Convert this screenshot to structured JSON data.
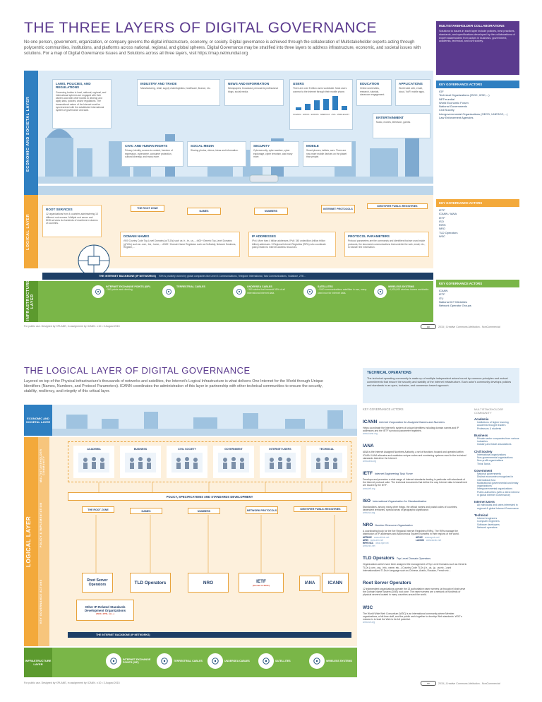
{
  "page1": {
    "title": "THE THREE LAYERS OF DIGITAL GOVERNANCE",
    "intro": "No one person, government, organization, or company governs the digital infrastructure, economy, or society. Digital governance is achieved through the collaboration of Multistakeholder experts acting through polycentric communities, institutions, and platforms across national, regional, and global spheres. Digital Governance may be stratified into three layers to address infrastructure, economic, and societal issues with solutions. For a map of Digital Governance Issues and Solutions across all three layers, visit https://map.netmundial.org",
    "collab": {
      "head": "MULTISTAKEHOLDER COLLABORATIONS",
      "body": "Solutions to issues in each layer include policies, best practices, standards, and specifications developed by the collaborations of expert stakeholders from actors in business, government, academia, technical, and civil society."
    },
    "econ_label": "ECONOMIC AND SOCIETAL LAYER",
    "logical_label": "LOGICAL LAYER",
    "infra_label": "INFRASTRUCTURE LAYER",
    "econ_cards": [
      {
        "title": "LAWS, POLICIES, AND REGULATIONS",
        "text": "Governing bodies in local, national, regional, and international spheres are engaged with their citizens and with other bodies to develop and apply laws, policies, and/or regulations. The transnational nature of the Internet must be synchronized with the established international system of governance and laws."
      },
      {
        "title": "INDUSTRY AND TRADE",
        "text": "Manufacturing, retail, supply chain/logistics, healthcare, finance, etc."
      },
      {
        "title": "NEWS AND INFORMATION",
        "text": "Newspapers, broadcast, personal & professional blogs, social media."
      },
      {
        "title": "USERS",
        "text": "There are over 3 billion users worldwide. Most users connect to the Internet through their mobile phone."
      },
      {
        "title": "EDUCATION",
        "text": "Online universities, research, tutorials, classroom engagement."
      },
      {
        "title": "APPLICATIONS",
        "text": "World wide web, email, cloud, VoIP, mobile apps."
      },
      {
        "title": "ENTERTAINMENT",
        "text": "Music, movies, television, games."
      },
      {
        "title": "CIVIC AND HUMAN RIGHTS",
        "text": "Privacy, identity, access to content, freedom of expression, cybercrime, consumer protection, cultural diversity, and many more."
      },
      {
        "title": "SOCIAL MEDIA",
        "text": "Sharing photos, videos, ideas and information."
      },
      {
        "title": "SECURITY",
        "text": "Cybersecurity, cyber warfare, cyber espionage, cyber terrorism, and many more."
      },
      {
        "title": "MOBILE",
        "text": "Smart phones, tablets, cars. There are now more mobile devices on the planet than people."
      }
    ],
    "users_chart": {
      "labels": [
        "OCEANIA",
        "AFRICA",
        "EUROPE",
        "AMERICAS",
        "ASIA",
        "MIDDLE EAST"
      ]
    },
    "key_actors_1": {
      "head": "KEY GOVERNANCE ACTORS",
      "items": [
        "IGF",
        "Technical Organizations (ISOC, W3C,...)",
        "NETmundial",
        "World Economic Forum",
        "National Governments",
        "Civil Society",
        "Intergovernmental Organizations (OECD, UNESCO,...)",
        "Law Enforcement Agencies"
      ]
    },
    "logical_cards": [
      {
        "title": "ROOT SERVICES",
        "text": "12 organizations from 4 countries administering 13 different root servers. Multiple root server and DNS services via hundreds of machines in dozens of countries."
      },
      {
        "title": "DOMAIN NAMES",
        "text": "•900 Country Code Top-Level Domains (ccTLDs) such as .fr, .br, .us,... •600+ Generic Top-Level Domains (gTLDs) such as .com, .biz, .home,... •1500+ Domain Name Registrars such as GoDaddy, Network Solutions, Register,..."
      },
      {
        "title": "IP ADDRESSES",
        "text": "IPv4: More than 4 billion addresses. IPv6: 340 undecillion (trillion trillion trillion) addresses. 5 Regional Internet Registries (RIRs) who coordinate policy related to Internet address resources."
      },
      {
        "title": "PROTOCOL PARAMETERS",
        "text": "Protocol parameters are the commands and identifiers that are used inside protocols, the structured communications that underlie the web, email, etc., to transfer the information."
      }
    ],
    "logical_pills": {
      "root": "THE ROOT ZONE",
      "names": "NAMES",
      "numbers": "NUMBERS",
      "protocols": "INTERNET PROTOCOLS",
      "identifier": "IDENTIFIER PUBLIC REGISTRIES"
    },
    "key_actors_2": {
      "head": "KEY GOVERNANCE ACTORS",
      "items": [
        "IETF",
        "ICANN / IANA",
        "IETF",
        "ISO",
        "RIRS",
        "NRO",
        "TLD Operators",
        "W3C"
      ]
    },
    "backbone": "THE INTERNET BACKBONE (IP NETWORKS)",
    "backbone_text": "93% is privately owned by global companies like Level 3 Communications, Teleglobe International, Tata Communications, Vodafone, ZTE...",
    "infra_items": [
      {
        "title": "INTERNET EXCHANGE POINTS (IXP)",
        "text": "~350 points and climbing."
      },
      {
        "title": "TERRESTRIAL CABLES",
        "text": ""
      },
      {
        "title": "UNDERSEA CABLES",
        "text": "~300 cables that transmit 95% of all international internet data."
      },
      {
        "title": "SATELLITES",
        "text": "~1000 communications satellites in use, many used now for Internet data."
      },
      {
        "title": "WIRELESS SYSTEMS",
        "text": "~4,500,000 wireless towers worldwide."
      }
    ],
    "key_actors_3": {
      "head": "KEY GOVERNANCE ACTORS",
      "items": [
        "ICANN",
        "IETF",
        "ITU",
        "National ICT Ministries",
        "Network Operator Groups"
      ]
    },
    "footer_left": "For public use. Designed by XPLANE, in assignment by ICANN. v.10 • 3 August 2015",
    "footer_right": "2015 | Creative Commons Attribution - NonCommercial"
  },
  "page2": {
    "title": "THE LOGICAL LAYER OF DIGITAL GOVERNANCE",
    "intro": "Layered on top of the Physical infrastructure's thousands of networks and satellites, the Internet's Logical Infrastructure is what delivers One Internet for the World through Unique Identifiers (Names, Numbers, and Protocol Parameters). ICANN coordinates the administration of this layer in partnership with other technical communities to ensure the security, stability, resiliency, and integrity of this critical layer.",
    "tech_ops": {
      "head": "TECHNICAL OPERATIONS",
      "body": "The technical operating community is made up of multiple independent actors bound by common principles and mutual commitments that ensure the security and stability of the Internet infrastructure. Each actor's community develops policies and standards in an open, inclusive, and consensus based approach."
    },
    "econ_label": "ECONOMIC AND SOCIETAL LAYER",
    "logical_label": "LOGICAL LAYER",
    "multi_label": "MULTISTAKEHOLDER COMMUNITY",
    "policy_label": "POLICY & IMPLEMENTATION",
    "actors_label": "KEY GOVERNANCE ACTORS",
    "infra_label": "INFRASTRUCTURE LAYER",
    "community": [
      "ACADEMIA",
      "BUSINESS",
      "CIVIL SOCIETY",
      "GOVERNMENT",
      "INTERNET USERS",
      "TECHNICAL"
    ],
    "policy_bar": "POLICY, SPECIFICATIONS AND STANDARDS DEVELOPMENT",
    "pills": {
      "root": "THE ROOT ZONE",
      "names": "NAMES",
      "numbers": "NUMBERS",
      "protocols": "NETWORK PROTOCOLS",
      "identifier": "IDENTIFIER PUBLIC REGISTRIES"
    },
    "orgs": {
      "root": "Root Server Operators",
      "tld": "TLD Operators",
      "nro": "NRO",
      "ietf": "IETF",
      "ietf_sub": "(Hosted in ISOC)",
      "iana": "IANA",
      "icann": "ICANN",
      "other": "Other IP-Related Standards Development Organizations",
      "other_sub": "(W3C, ETSI, etc...)"
    },
    "backbone": "THE INTERNET BACKBONE (IP NETWORKS)",
    "infra_items": [
      "INTERNET EXCHANGE POINTS (IXP)",
      "TERRESTRIAL CABLES",
      "UNDERSEA CABLES",
      "SATELLITES",
      "WIRELESS SYSTEMS"
    ],
    "actors_head": "KEY GOVERNANCE ACTORS",
    "actors": [
      {
        "name": "ICANN",
        "full": "Internet Corporation for Assigned Names and Numbers",
        "desc": "Helps coordinate the Internet's system of unique identifiers including domain names and IP addresses and the IETF's protocol parameter registries.",
        "link": "www.icann.org"
      },
      {
        "name": "IANA",
        "full": "",
        "desc": "IANA is the Internet Assigned Numbers Authority, a set of functions housed and operated within ICANN. IANA allocates and maintains unique codes and numbering systems used in the technical standards that drive the Internet.",
        "link": "www.iana.org"
      },
      {
        "name": "IETF",
        "full": "Internet Engineering Task Force",
        "desc": "Develops and promotes a wide range of Internet standards dealing in particular with standards of the Internet protocol suite. The technical documents that define the way Internet data is transferred are issued by the IETF.",
        "link": "www.ietf.org"
      },
      {
        "name": "ISO",
        "full": "International Organization for Standardization",
        "desc": "Standardizes, among many other things, the official names and postal codes of countries, dependent territories, special areas of geographic significance.",
        "link": "www.iso.org"
      },
      {
        "name": "NRO",
        "full": "Number Resource Organization",
        "desc": "A coordinating body for the five Regional Internet Registries (RIRs). The RIRs manage the distribution of IP addresses and Autonomous System Numbers in their regions of the world.",
        "link": "www.nro.net"
      },
      {
        "name": "TLD Operators",
        "full": "Top Level Domain Operators",
        "desc": "Organizations which have been assigned the management of Top Level Domains such as Generic TLDs (.com, .org, .info, .name, etc...) Country Code TLDs (.fr, .uk, .jp, .us etc...) and Internationalized TLDs in language such as Chinese, Arabic, Russian, French etc...",
        "link": ""
      },
      {
        "name": "Root Server Operators",
        "full": "",
        "desc": "12 independent organizations operate the 13 authoritative name servers (a through m) that serve the Domain Name System (DNS) root zone. The name servers are a network of hundreds of physical servers located in many countries around the world.",
        "link": ""
      },
      {
        "name": "W3C",
        "full": "",
        "desc": "The World Wide Web Consortium (W3C) is an international community where Member organizations, a full-time staff, and the public work together to develop Web standards. W3C's mission is to lead the Web to its full potential.",
        "link": "www.w3.org"
      }
    ],
    "rirs": [
      {
        "code": "AFRINIC",
        "url": "www.afrinic.net"
      },
      {
        "code": "APNIC",
        "url": "www.apnic.net"
      },
      {
        "code": "ARIN",
        "url": "www.arin.net"
      },
      {
        "code": "LACNIC",
        "url": "www.lacnic.net"
      },
      {
        "code": "RIPE NCC",
        "url": "www.ripe.net"
      }
    ],
    "stakeholders_head": "MULTISTAKEHOLDER COMMUNITY",
    "stakeholders": [
      {
        "group": "Academia",
        "items": [
          "Institutions of higher learning",
          "Academic thought leaders",
          "Professors & students"
        ]
      },
      {
        "group": "Business",
        "items": [
          "Private sector companies from various industries",
          "Industry and trade associations"
        ]
      },
      {
        "group": "Civil Society",
        "items": [
          "International organizations",
          "Non-governmental organizations",
          "Non-profit organizations",
          "Think Tanks"
        ]
      },
      {
        "group": "Government",
        "items": [
          "National governments",
          "Distinct economies recognized in international fora",
          "Multinational governmental and treaty organizations",
          "Intergovernmental organizations",
          "Public authorities (with a direct interest in global Internet Governance)"
        ]
      },
      {
        "group": "Internet Users",
        "items": [
          "All individuals and users interested in regional & global Internet Governance"
        ]
      },
      {
        "group": "Technical",
        "items": [
          "Internet engineers",
          "Computer engineers",
          "Software developers",
          "Network operators"
        ]
      }
    ],
    "footer_left": "For public use. Designed by XPLANE, in assignment by ICANN. v.10 • 3 August 2015",
    "footer_right": "2015 | Creative Commons Attribution - NonCommercial"
  },
  "colors": {
    "purple": "#5b3a8e",
    "blue": "#2f7fc1",
    "sky": "#d6e8f5",
    "orange": "#f3a93b",
    "paleorange": "#fdf0dc",
    "green": "#7ab648",
    "navy": "#1d4e7a"
  }
}
